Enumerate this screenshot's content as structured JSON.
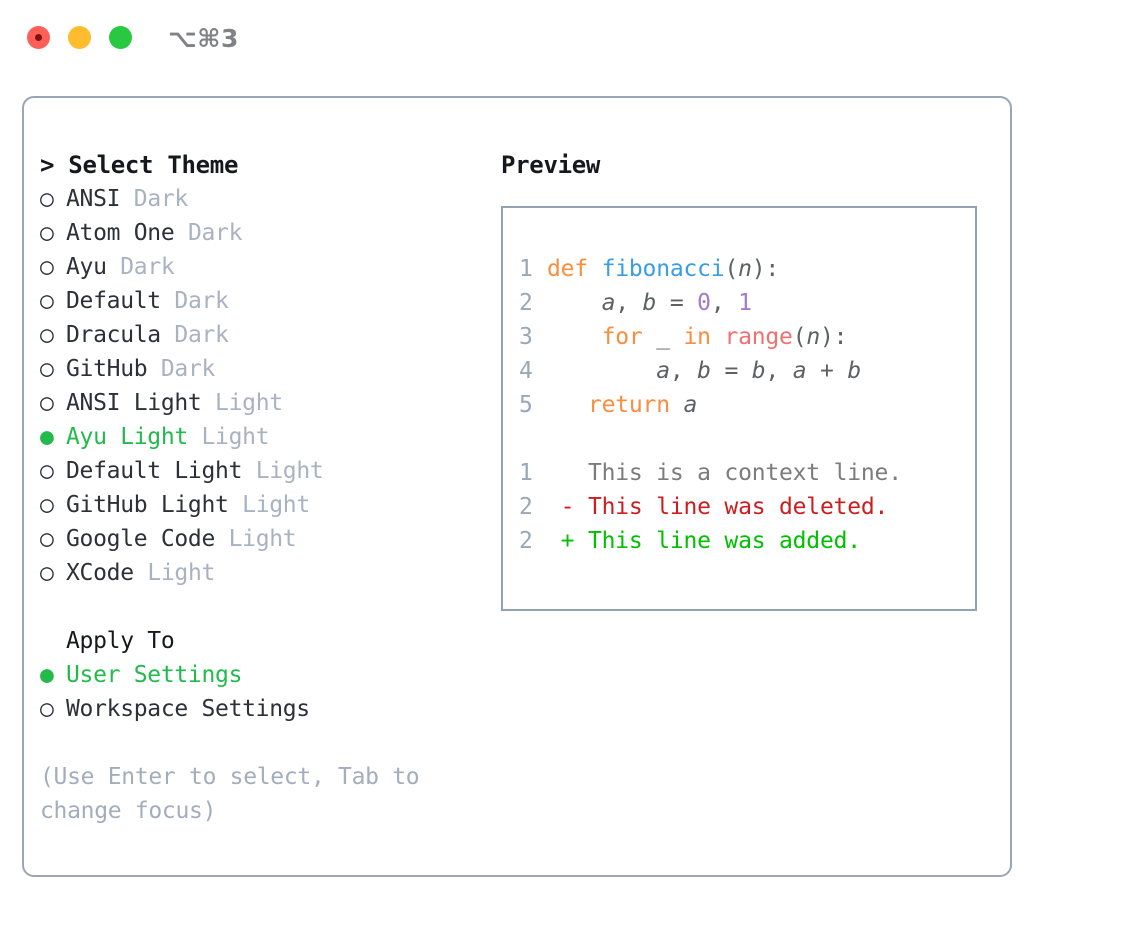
{
  "titlebar": {
    "shortcut": "⌥⌘3",
    "buttons": [
      "close",
      "minimize",
      "maximize"
    ]
  },
  "left": {
    "heading": "> Select Theme",
    "themes": [
      {
        "marker": "○",
        "name": "ANSI",
        "variant": "Dark",
        "selected": false
      },
      {
        "marker": "○",
        "name": "Atom One",
        "variant": "Dark",
        "selected": false
      },
      {
        "marker": "○",
        "name": "Ayu",
        "variant": "Dark",
        "selected": false
      },
      {
        "marker": "○",
        "name": "Default",
        "variant": "Dark",
        "selected": false
      },
      {
        "marker": "○",
        "name": "Dracula",
        "variant": "Dark",
        "selected": false
      },
      {
        "marker": "○",
        "name": "GitHub",
        "variant": "Dark",
        "selected": false
      },
      {
        "marker": "○",
        "name": "ANSI Light",
        "variant": "Light",
        "selected": false
      },
      {
        "marker": "●",
        "name": "Ayu Light",
        "variant": "Light",
        "selected": true
      },
      {
        "marker": "○",
        "name": "Default Light",
        "variant": "Light",
        "selected": false
      },
      {
        "marker": "○",
        "name": "GitHub Light",
        "variant": "Light",
        "selected": false
      },
      {
        "marker": "○",
        "name": "Google Code",
        "variant": "Light",
        "selected": false
      },
      {
        "marker": "○",
        "name": "XCode",
        "variant": "Light",
        "selected": false
      }
    ],
    "apply_to_heading": "Apply To",
    "apply_to": [
      {
        "marker": "●",
        "name": "User Settings",
        "selected": true
      },
      {
        "marker": "○",
        "name": "Workspace Settings",
        "selected": false
      }
    ],
    "hint_line1": "(Use Enter to select, Tab to",
    "hint_line2": "change focus)"
  },
  "right": {
    "heading": "Preview",
    "code_lines": [
      {
        "ln": "1",
        "tokens": [
          {
            "t": "def",
            "c": "kw"
          },
          {
            "t": " ",
            "c": "punct"
          },
          {
            "t": "fibonacci",
            "c": "fn"
          },
          {
            "t": "(",
            "c": "punct"
          },
          {
            "t": "n",
            "c": "ident"
          },
          {
            "t": "):",
            "c": "punct"
          }
        ]
      },
      {
        "ln": "2",
        "tokens": [
          {
            "t": "    ",
            "c": "punct"
          },
          {
            "t": "a",
            "c": "ident"
          },
          {
            "t": ", ",
            "c": "punct"
          },
          {
            "t": "b",
            "c": "ident"
          },
          {
            "t": " = ",
            "c": "punct"
          },
          {
            "t": "0",
            "c": "num"
          },
          {
            "t": ", ",
            "c": "punct"
          },
          {
            "t": "1",
            "c": "num"
          }
        ]
      },
      {
        "ln": "3",
        "tokens": [
          {
            "t": "    ",
            "c": "punct"
          },
          {
            "t": "for",
            "c": "kw"
          },
          {
            "t": " ",
            "c": "punct"
          },
          {
            "t": "_",
            "c": "ident"
          },
          {
            "t": " ",
            "c": "punct"
          },
          {
            "t": "in",
            "c": "kw"
          },
          {
            "t": " ",
            "c": "punct"
          },
          {
            "t": "range",
            "c": "builtin"
          },
          {
            "t": "(",
            "c": "punct"
          },
          {
            "t": "n",
            "c": "ident"
          },
          {
            "t": "):",
            "c": "punct"
          }
        ]
      },
      {
        "ln": "4",
        "tokens": [
          {
            "t": "        ",
            "c": "punct"
          },
          {
            "t": "a",
            "c": "ident"
          },
          {
            "t": ", ",
            "c": "punct"
          },
          {
            "t": "b",
            "c": "ident"
          },
          {
            "t": " = ",
            "c": "punct"
          },
          {
            "t": "b",
            "c": "ident"
          },
          {
            "t": ", ",
            "c": "punct"
          },
          {
            "t": "a",
            "c": "ident"
          },
          {
            "t": " + ",
            "c": "punct"
          },
          {
            "t": "b",
            "c": "ident"
          }
        ]
      },
      {
        "ln": "5",
        "tokens": [
          {
            "t": "   ",
            "c": "punct"
          },
          {
            "t": "return",
            "c": "kw"
          },
          {
            "t": " ",
            "c": "punct"
          },
          {
            "t": "a",
            "c": "ident"
          }
        ]
      }
    ],
    "diff_lines": [
      {
        "ln": "1",
        "marker": " ",
        "text": "This is a context line.",
        "kind": "ctx"
      },
      {
        "ln": "2",
        "marker": "-",
        "text": "This line was deleted.",
        "kind": "del"
      },
      {
        "ln": "2",
        "marker": "+",
        "text": "This line was added.",
        "kind": "add"
      }
    ]
  },
  "colors": {
    "accent_green": "#22bb4b",
    "border": "#9aa6b4",
    "muted": "#a8b2c0",
    "keyword": "#fa8d3e",
    "function": "#399ee6",
    "number": "#a37acc",
    "builtin": "#f07171",
    "identifier": "#5c6166",
    "diff_deleted": "#cc1e1e",
    "diff_added": "#00c000"
  }
}
